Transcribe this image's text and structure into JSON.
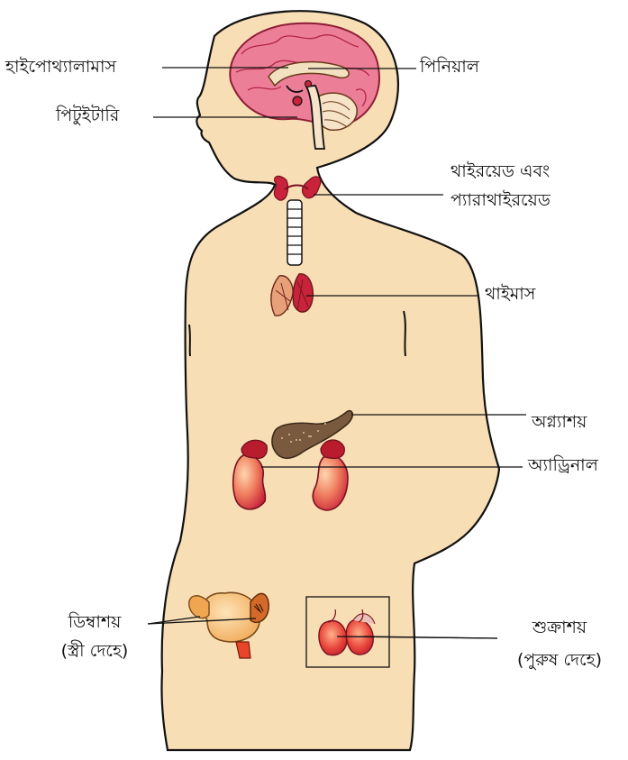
{
  "labels": {
    "hypothalamus": "হাইপোথ্যালামাস",
    "pineal": "পিনিয়াল",
    "pituitary": "পিটুইটারি",
    "thyroid_line1": "থাইরয়েড এবং",
    "thyroid_line2": "প্যারাথাইরয়েড",
    "thymus": "থাইমাস",
    "pancreas": "অগ্ন্যাশয়",
    "adrenal": "অ্যাড্রিনাল",
    "ovary_line1": "ডিম্বাশয়",
    "ovary_line2": "(স্ত্রী দেহে)",
    "testis_line1": "শুক্রাশয়",
    "testis_line2": "(পুরুষ দেহে)"
  },
  "colors": {
    "body_fill": "#f8deb4",
    "outline": "#111111",
    "brain": "#e8708c",
    "gland_red": "#c8233a",
    "gland_light": "#f7b98d",
    "ovary": "#f6c27d",
    "pancreas": "#6b5038"
  }
}
